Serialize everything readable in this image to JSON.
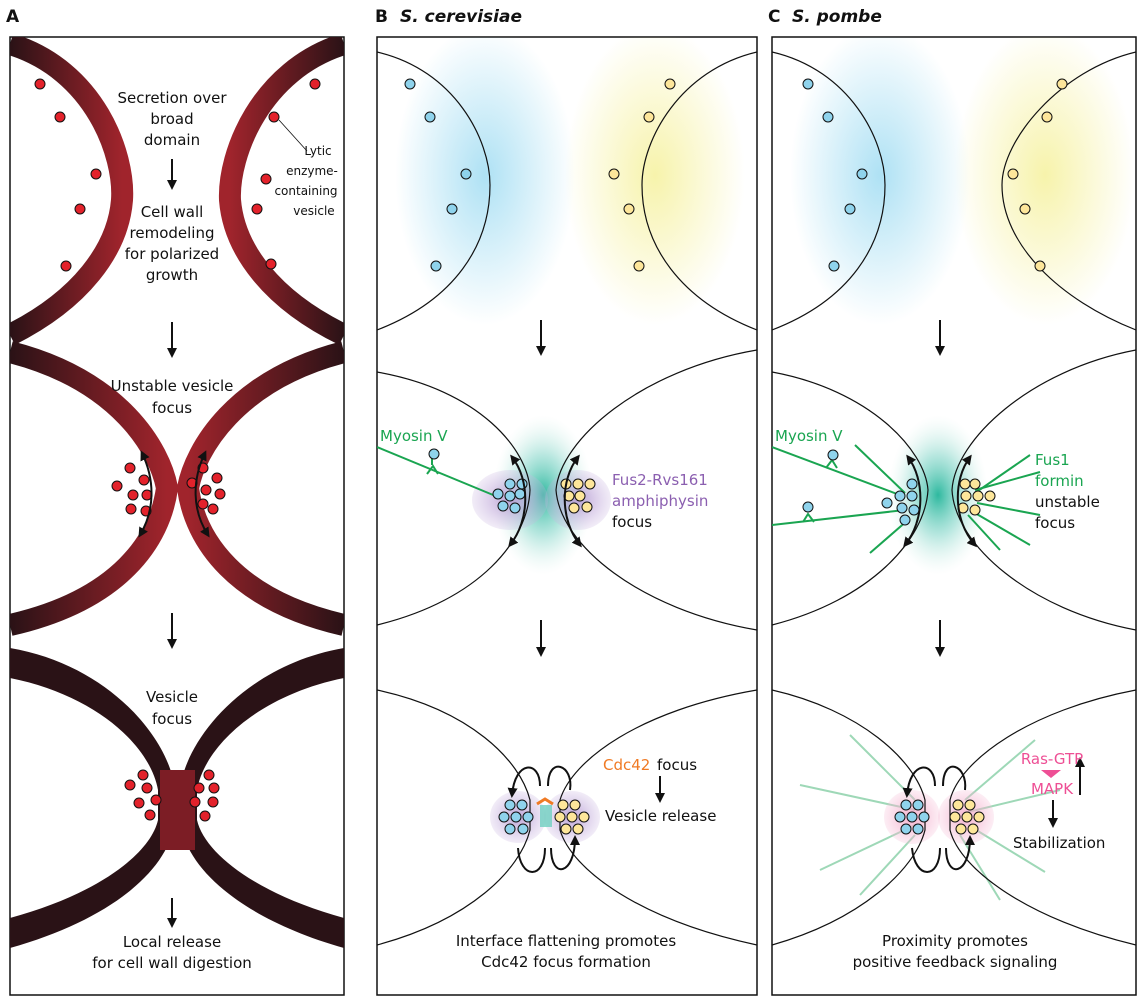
{
  "panels": {
    "a": {
      "letter": "A",
      "step1": {
        "line1": "Secretion over",
        "line2": "broad",
        "line3": "domain"
      },
      "vesicle_label": {
        "line1": "Lytic",
        "line2": "enzyme-",
        "line3": "containing",
        "line4": "vesicle"
      },
      "step2": {
        "line1": "Cell wall",
        "line2": "remodeling",
        "line3": "for polarized",
        "line4": "growth"
      },
      "step3": {
        "line1": "Unstable vesicle",
        "line2": "focus"
      },
      "step4": {
        "line1": "Vesicle",
        "line2": "focus"
      },
      "step5": {
        "line1": "Local release",
        "line2": "for cell wall digestion"
      }
    },
    "b": {
      "letter": "B",
      "species": "S. cerevisiae",
      "myosin": "Myosin V",
      "fus2": {
        "line1": "Fus2-Rvs161",
        "line2": "amphiphysin",
        "line3": "focus"
      },
      "cdc42": "Cdc42",
      "focus_word": "focus",
      "release": "Vesicle release",
      "caption": {
        "line1": "Interface flattening promotes",
        "line2": "Cdc42 focus formation"
      }
    },
    "c": {
      "letter": "C",
      "species": "S. pombe",
      "myosin": "Myosin V",
      "fus1": {
        "line1": "Fus1",
        "line2": "formin",
        "line3": "unstable",
        "line4": "focus"
      },
      "ras": "Ras-GTP",
      "mapk": "MAPK",
      "stabilization": "Stabilization",
      "caption": {
        "line1": "Proximity promotes",
        "line2": "positive feedback signaling"
      }
    }
  },
  "colors": {
    "vesicle_red": "#e3222b",
    "wall_dark": "#2a1216",
    "wall_red": "#a0242c",
    "vesicle_blue": "#8fd3ec",
    "vesicle_yellow": "#fde69a",
    "myosin_green": "#1aa551",
    "amphiphysin_purple": "#8b5fb0",
    "cdc42_orange": "#f07a24",
    "ras_pink": "#ee4f95"
  }
}
